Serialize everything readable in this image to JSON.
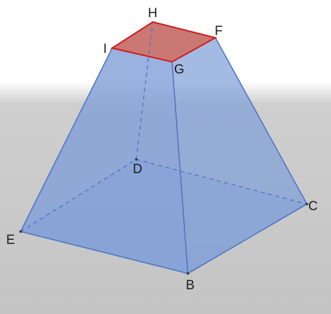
{
  "figure": {
    "labels": {
      "H": "H",
      "F": "F",
      "I": "I",
      "G": "G",
      "D": "D",
      "C": "C",
      "E": "E",
      "B": "B"
    },
    "colors": {
      "background_top": "#ffffff",
      "floor_gray": "#c8c8c8",
      "face_fill": "#7f9fd8",
      "edge_blue": "#4f74c4",
      "top_fill": "#c0605a",
      "top_edge": "#d41818",
      "label_text": "#1a1a1a"
    }
  }
}
